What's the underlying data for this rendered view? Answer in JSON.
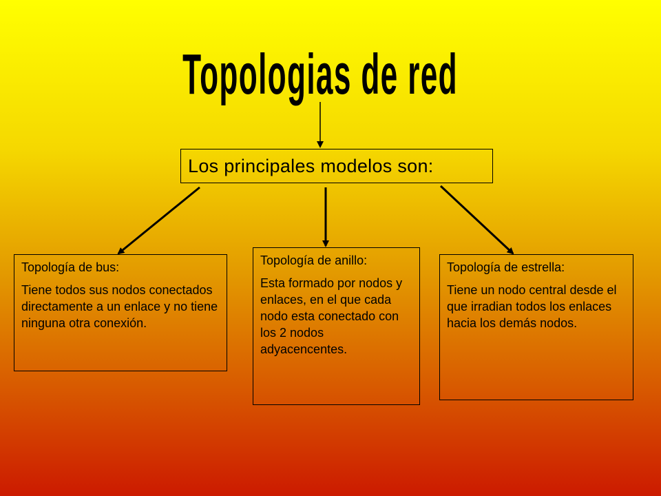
{
  "title": "Topologias de red",
  "main_box": {
    "text": "Los principales modelos son:"
  },
  "topologies": [
    {
      "heading": "Topología de bus:",
      "description": "Tiene todos sus nodos conectados directamente a un enlace y no tiene ninguna otra conexión."
    },
    {
      "heading": "Topología de anillo:",
      "description": "Esta formado por nodos y enlaces, en el que cada nodo esta conectado con los 2 nodos adyacencentes."
    },
    {
      "heading": "Topología de estrella:",
      "description": "Tiene un nodo central desde el que irradian todos los enlaces hacia los demás nodos."
    }
  ],
  "colors": {
    "background_top": "#ffff00",
    "background_bottom": "#cc1a00",
    "lines": "#000000"
  }
}
